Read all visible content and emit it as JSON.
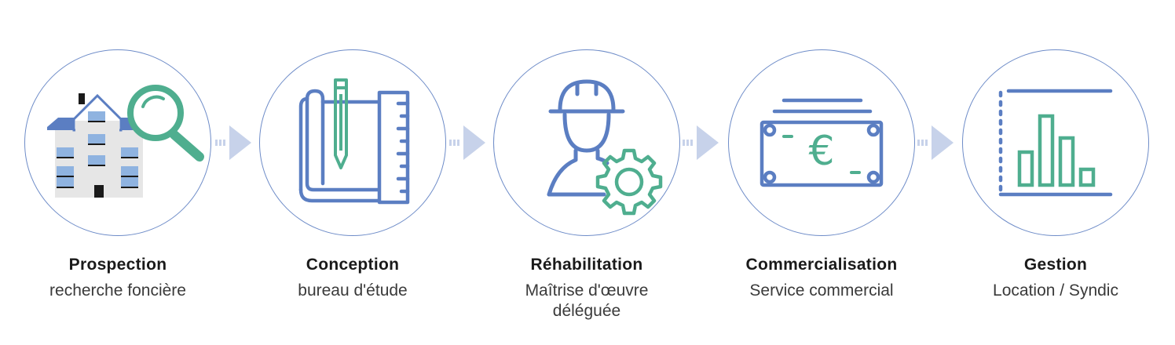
{
  "colors": {
    "accent_blue": "#5b7ec2",
    "accent_green": "#4fae8f",
    "circle_border": "#6e8cc8",
    "arrow": "#c7d2ea"
  },
  "steps": [
    {
      "title": "Prospection",
      "subtitle": "recherche foncière",
      "icon": "building-magnifier-icon"
    },
    {
      "title": "Conception",
      "subtitle": "bureau d'étude",
      "icon": "blueprint-ruler-pencil-icon"
    },
    {
      "title": "Réhabilitation",
      "subtitle": "Maîtrise d'œuvre",
      "subtitle2": "déléguée",
      "icon": "worker-gear-icon"
    },
    {
      "title": "Commercialisation",
      "subtitle": "Service commercial",
      "icon": "euro-banknote-icon"
    },
    {
      "title": "Gestion",
      "subtitle": "Location / Syndic",
      "icon": "bar-chart-icon"
    }
  ]
}
